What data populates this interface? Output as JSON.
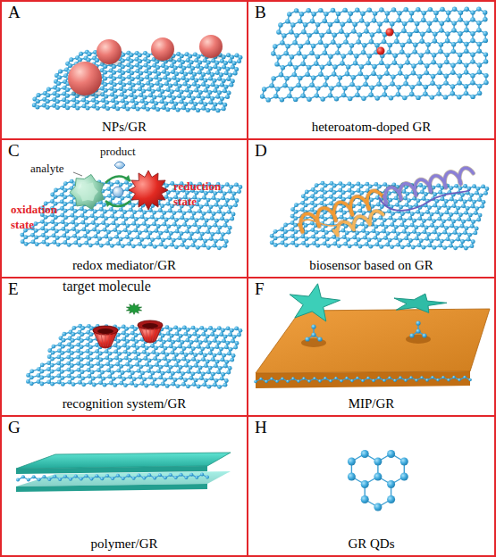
{
  "diagram": {
    "nodes": [
      {
        "text": [
          "A",
          "NPs/GR"
        ]
      },
      {
        "text": [
          "B",
          "heteroatom-doped GR"
        ]
      },
      {
        "text": [
          "C",
          "redox mediator/GR"
        ]
      },
      {
        "text": [
          "D",
          "biosensor based on GR"
        ]
      },
      {
        "text": [
          "E",
          "recognition system/GR"
        ]
      },
      {
        "text": [
          "F",
          "MIP/GR"
        ]
      },
      {
        "text": [
          "G",
          "polymer/GR"
        ]
      },
      {
        "text": [
          "H",
          "GR QDs"
        ]
      }
    ],
    "labels": [
      "product",
      "analyte",
      "oxidation state",
      "reduction state",
      "target molecule"
    ]
  }
}
